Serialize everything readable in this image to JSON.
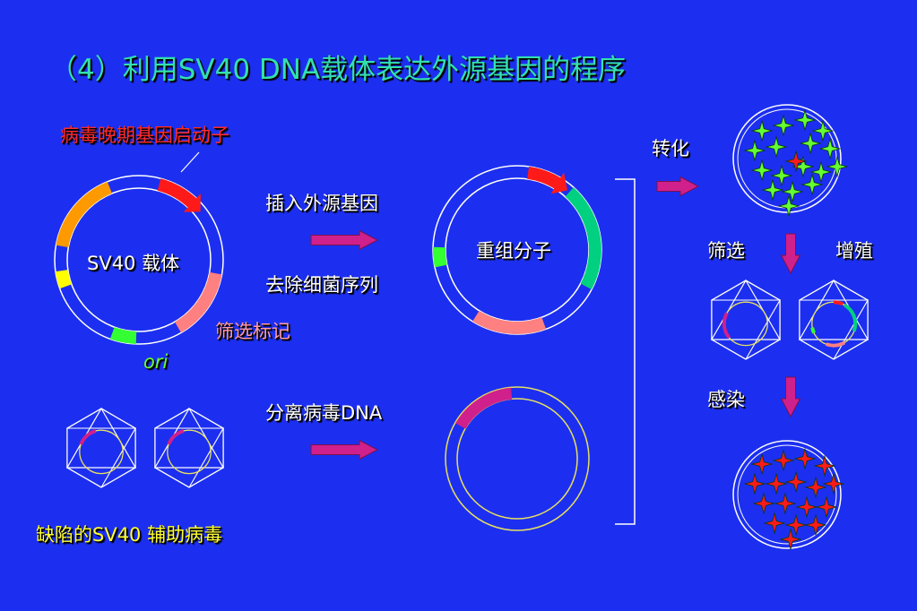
{
  "title": "（4）利用SV40 DNA载体表达外源基因的程序",
  "labels": {
    "promoter": "病毒晚期基因启动子",
    "vector": "SV40 载体",
    "selection_marker": "筛选标记",
    "ori": "ori",
    "helper_virus": "缺陷的SV40 辅助病毒",
    "insert_gene": "插入外源基因",
    "remove_bacterial": "去除细菌序列",
    "recombinant": "重组分子",
    "isolate_dna": "分离病毒DNA",
    "transform": "转化",
    "screen": "筛选",
    "amplify": "增殖",
    "infect": "感染"
  },
  "colors": {
    "background": "#1c2ff0",
    "title": "#33e0b0",
    "promoter": "#ff1a1a",
    "insert": "#00d080",
    "marker": "#ff8080",
    "ori": "#33ff33",
    "segment_orange": "#ff9900",
    "segment_yellow": "#ffff00",
    "arrow": "#d0208c",
    "magenta_segment": "#d0208c",
    "star_green": "#66ff33",
    "star_red": "#ff1a1a"
  }
}
